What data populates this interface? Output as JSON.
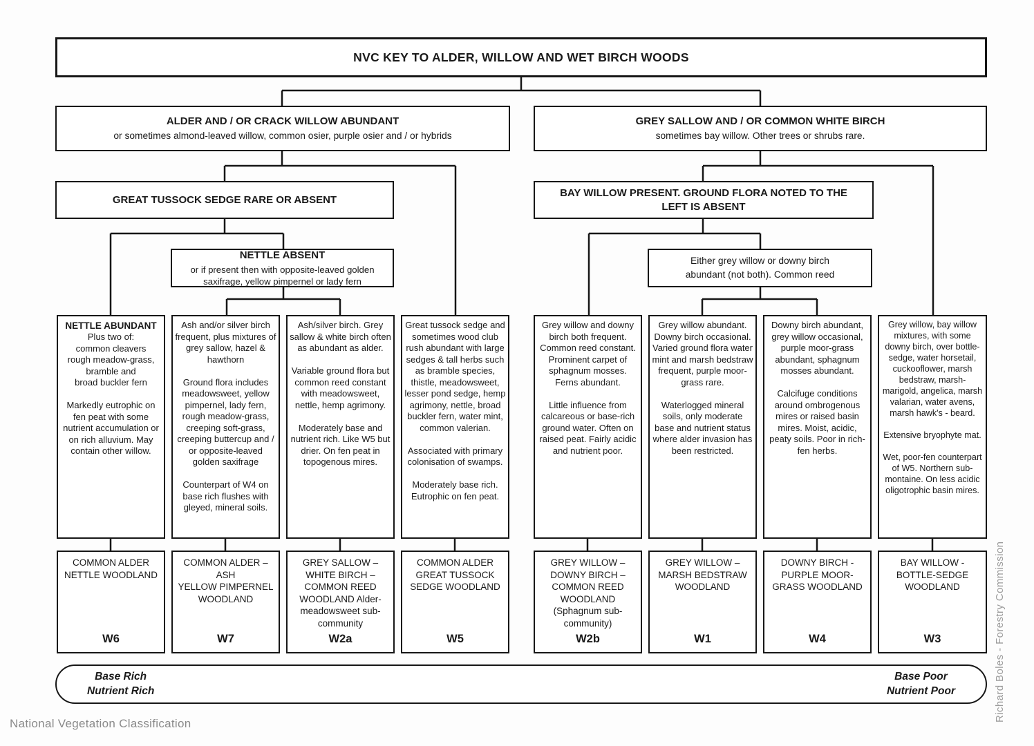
{
  "colors": {
    "ink": "#1a1a1a",
    "muted_text": "#8a8a8a"
  },
  "title": "NVC KEY TO ALDER, WILLOW AND WET BIRCH WOODS",
  "level2": {
    "left": {
      "heading": "ALDER  AND / OR CRACK WILLOW ABUNDANT",
      "sub": "or sometimes almond-leaved willow, common osier, purple osier and / or hybrids"
    },
    "right": {
      "heading": "GREY SALLOW AND / OR COMMON WHITE BIRCH",
      "sub": "sometimes bay willow.  Other trees or shrubs rare."
    }
  },
  "level3": {
    "left": {
      "heading": "GREAT TUSSOCK SEDGE RARE OR ABSENT"
    },
    "right": {
      "heading": "BAY WILLOW PRESENT.  GROUND FLORA NOTED TO THE\nLEFT IS ABSENT"
    }
  },
  "level4": {
    "left": {
      "heading": "NETTLE ABSENT",
      "sub": "or if present then with opposite-leaved golden\nsaxifrage, yellow pimpernel or lady fern"
    },
    "right": {
      "text": "Either grey willow or downy birch\nabundant (not both). Common reed"
    }
  },
  "columns": [
    {
      "heading": "NETTLE ABUNDANT",
      "paragraphs": [
        "Plus two of:\ncommon cleavers\nrough meadow-grass,\nbramble and\nbroad buckler fern",
        "Markedly eutrophic on fen peat with some nutrient accumulation or on rich alluvium. May contain other willow."
      ],
      "result": {
        "name": "COMMON ALDER\nNETTLE WOODLAND",
        "code": "W6"
      }
    },
    {
      "heading": "",
      "paragraphs": [
        "Ash and/or silver birch frequent, plus mixtures of grey sallow, hazel & hawthorn",
        "Ground flora includes meadowsweet, yellow pimpernel, lady fern, rough meadow-grass, creeping soft-grass, creeping buttercup and / or  opposite-leaved golden saxifrage",
        "Counterpart of W4 on base rich flushes with gleyed, mineral soils."
      ],
      "result": {
        "name": "COMMON ALDER –\nASH\nYELLOW PIMPERNEL\nWOODLAND",
        "code": "W7"
      }
    },
    {
      "heading": "",
      "paragraphs": [
        "Ash/silver birch. Grey sallow & white birch often as abundant as alder.",
        "Variable ground flora but common reed constant with meadowsweet, nettle, hemp agrimony.",
        "Moderately base and nutrient rich.  Like W5 but drier.  On fen peat in topogenous mires."
      ],
      "result": {
        "name": "GREY SALLOW –\nWHITE BIRCH –\nCOMMON REED\nWOODLAND Alder-\nmeadowsweet sub-\ncommunity",
        "code": "W2a"
      }
    },
    {
      "heading": "",
      "paragraphs": [
        "Great tussock sedge and sometimes wood club rush abundant with large sedges & tall herbs such as bramble species, thistle, meadowsweet, lesser pond sedge, hemp agrimony, nettle, broad buckler fern, water mint, common valerian.",
        "Associated with primary colonisation of swamps.",
        "Moderately base rich.\nEutrophic on fen peat."
      ],
      "result": {
        "name": "COMMON ALDER\nGREAT TUSSOCK\nSEDGE WOODLAND",
        "code": "W5"
      }
    },
    {
      "heading": "",
      "paragraphs": [
        "Grey willow and downy birch both frequent. Common reed constant. Prominent carpet of sphagnum mosses. Ferns abundant.",
        "Little influence from calcareous or base-rich ground water. Often on raised peat. Fairly acidic and nutrient poor."
      ],
      "result": {
        "name": "GREY WILLOW –\nDOWNY BIRCH –\nCOMMON REED\nWOODLAND\n(Sphagnum sub-\ncommunity)",
        "code": "W2b"
      }
    },
    {
      "heading": "",
      "paragraphs": [
        "Grey willow abundant. Downy birch occasional. Varied ground flora water mint and marsh bedstraw frequent, purple moor-grass rare.",
        "Waterlogged mineral soils, only moderate base and nutrient status where alder invasion has been restricted."
      ],
      "result": {
        "name": "GREY WILLOW –\nMARSH BEDSTRAW\nWOODLAND",
        "code": "W1"
      }
    },
    {
      "heading": "",
      "paragraphs": [
        "Downy birch abundant, grey willow occasional, purple moor-grass abundant, sphagnum mosses abundant.",
        "Calcifuge conditions around ombrogenous mires or raised basin mires. Moist, acidic, peaty soils. Poor in rich-fen herbs."
      ],
      "result": {
        "name": "DOWNY BIRCH -\nPURPLE MOOR-\nGRASS WOODLAND",
        "code": "W4"
      }
    },
    {
      "heading": "",
      "paragraphs": [
        "Grey willow, bay willow mixtures, with some downy birch, over bottle-sedge, water horsetail, cuckooflower, marsh bedstraw, marsh-marigold, angelica, marsh valarian, water avens, marsh hawk's - beard.",
        "Extensive bryophyte mat.",
        "Wet, poor-fen counterpart of W5. Northern sub-montaine. On less acidic oligotrophic basin mires."
      ],
      "result": {
        "name": "BAY WILLOW -\nBOTTLE-SEDGE\nWOODLAND",
        "code": "W3"
      }
    }
  ],
  "gradient_bar": {
    "left": "Base Rich\nNutrient Rich",
    "right": "Base Poor\nNutrient Poor"
  },
  "footer": {
    "left": "National Vegetation Classification",
    "credit": "Richard Boles - Forestry Commission"
  }
}
